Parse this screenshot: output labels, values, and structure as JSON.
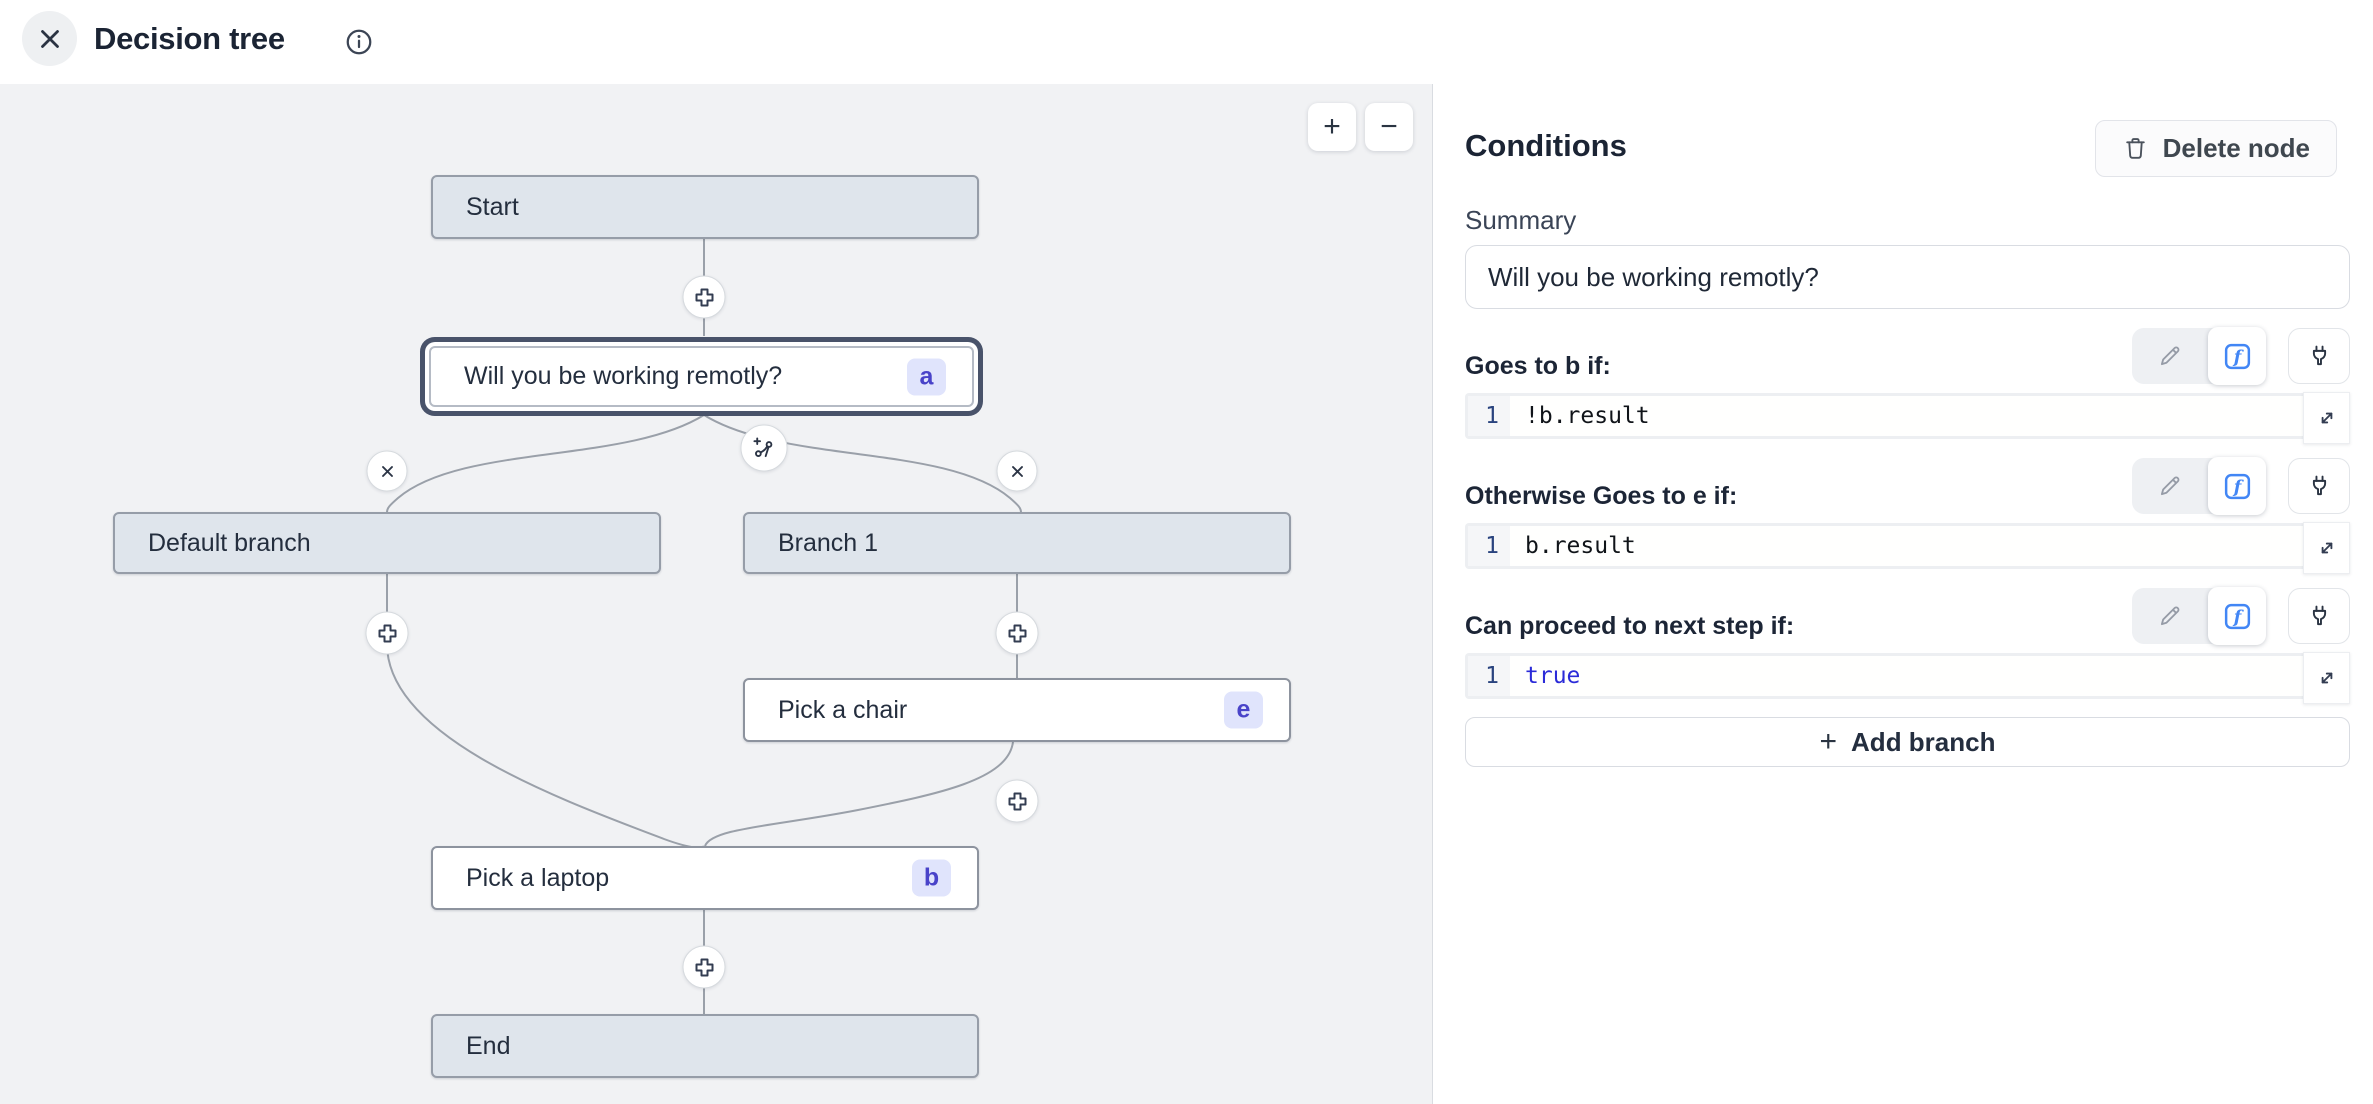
{
  "header": {
    "title": "Decision tree"
  },
  "canvas": {
    "zoom_in": "+",
    "zoom_out": "−",
    "nodes": [
      {
        "label": "Start"
      },
      {
        "label": "Will you be working remotly?",
        "badge": "a"
      },
      {
        "label": "Default branch"
      },
      {
        "label": "Branch 1"
      },
      {
        "label": "Pick a chair",
        "badge": "e"
      },
      {
        "label": "Pick a laptop",
        "badge": "b"
      },
      {
        "label": "End"
      }
    ]
  },
  "panel": {
    "title": "Conditions",
    "delete_node_label": "Delete node",
    "summary_label": "Summary",
    "summary_value": "Will you be working remotly?",
    "sections": [
      {
        "label": "Goes to b if:",
        "line_number": "1",
        "code": "!b.result"
      },
      {
        "label": "Otherwise Goes to e if:",
        "line_number": "1",
        "code": "b.result"
      },
      {
        "label": "Can proceed to next step if:",
        "line_number": "1",
        "code": "true"
      }
    ],
    "add_branch_label": "Add branch"
  },
  "colors": {
    "accent_blue": "#4286f5",
    "keyword_blue": "#2b2bd8",
    "badge_bg": "#e0e4fc",
    "badge_text": "#4943c9",
    "selected_ring": "#49536a",
    "node_fill": "#dfe5ec",
    "canvas_bg": "#f1f2f4"
  }
}
